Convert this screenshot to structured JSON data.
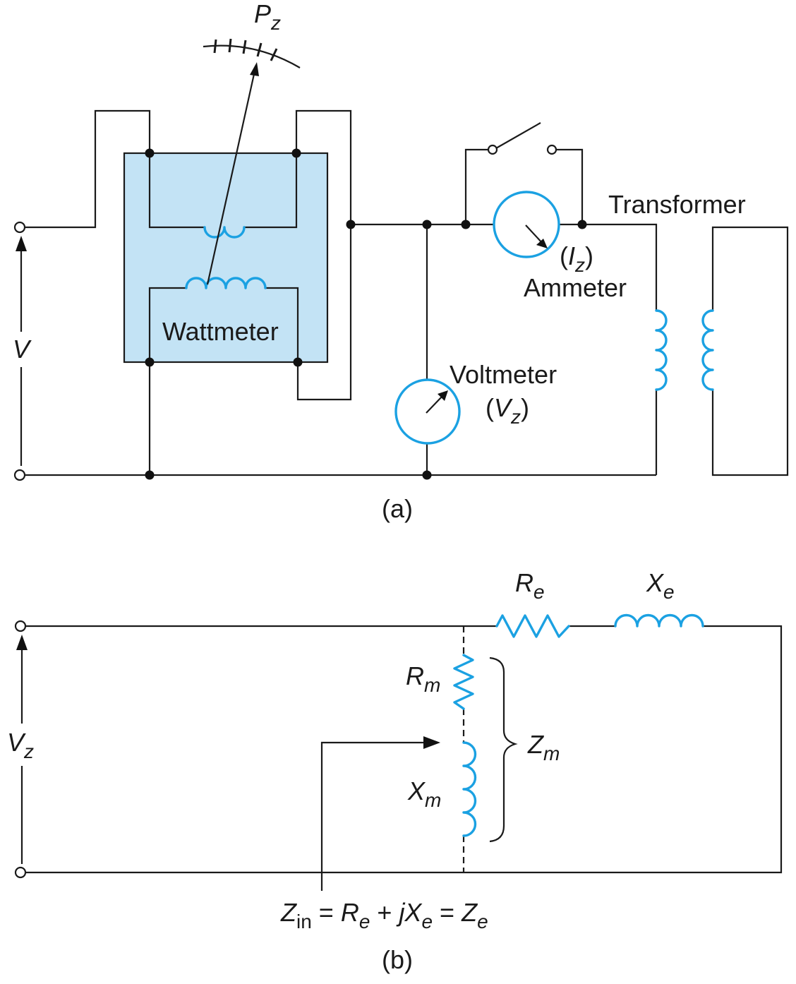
{
  "colors": {
    "accent": "#1ba1e2",
    "wattmeter_fill": "#c3e3f5",
    "wire": "#1a1a1a"
  },
  "part_a": {
    "caption": "(a)",
    "source_voltage": "V",
    "wattmeter": {
      "label": "Wattmeter",
      "reading_symbol": "P",
      "reading_sub": "z"
    },
    "ammeter": {
      "label": "Ammeter",
      "open": "(",
      "symbol": "I",
      "sub": "z",
      "close": ")"
    },
    "voltmeter": {
      "label": "Voltmeter",
      "open": "(",
      "symbol": "V",
      "sub": "z",
      "close": ")"
    },
    "transformer": {
      "label": "Transformer"
    }
  },
  "part_b": {
    "caption": "(b)",
    "source_voltage": {
      "symbol": "V",
      "sub": "z"
    },
    "Re": {
      "symbol": "R",
      "sub": "e"
    },
    "Xe": {
      "symbol": "X",
      "sub": "e"
    },
    "Rm": {
      "symbol": "R",
      "sub": "m"
    },
    "Xm": {
      "symbol": "X",
      "sub": "m"
    },
    "Zm": {
      "symbol": "Z",
      "sub": "m"
    },
    "equation": {
      "z": "Z",
      "z_sub": "in",
      "eq1": " = ",
      "r": "R",
      "r_sub": "e",
      "plus": " + ",
      "j": "jX",
      "x_sub": "e",
      "eq2": " = ",
      "ze": "Z",
      "ze_sub": "e"
    }
  }
}
